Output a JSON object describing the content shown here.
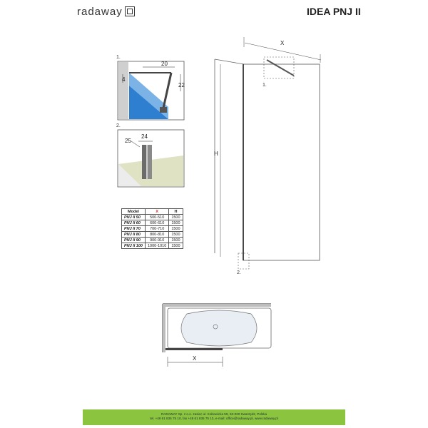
{
  "header": {
    "brand": "radaway",
    "title": "IDEA PNJ II"
  },
  "detail1": {
    "label": "1.",
    "dim_a": "20",
    "dim_b": "4",
    "dim_c": "22"
  },
  "detail2": {
    "label": "2.",
    "dim_a": "24",
    "dim_b": "25"
  },
  "elevation": {
    "width_label": "X",
    "height_label": "H",
    "callout1": "1.",
    "callout2": "2."
  },
  "plan": {
    "width_label": "X"
  },
  "table": {
    "headers": [
      "Model",
      "X",
      "H"
    ],
    "rows": [
      [
        "PNJ II 50",
        "500-510",
        "1500"
      ],
      [
        "PNJ II 60",
        "600-610",
        "1500"
      ],
      [
        "PNJ II 70",
        "700-710",
        "1500"
      ],
      [
        "PNJ II 80",
        "800-810",
        "1500"
      ],
      [
        "PNJ II 90",
        "900-910",
        "1500"
      ],
      [
        "PNJ II 100",
        "1000-1010",
        "1500"
      ]
    ]
  },
  "footer": {
    "line1": "RADAWAY Sp. z o.o. zasiec ul. Kobowicka 59, 62-020 Swarzędz, Polska",
    "line2": "tel. +48 61 835 75 10, fax +48 61 835 75 13, e-mail: office@radaway.pl, www.radaway.pl"
  },
  "colors": {
    "glass": "#2f7fd1",
    "footer": "#8bc43f",
    "floor": "#dfe3c4",
    "wall": "#d9d9d9"
  }
}
